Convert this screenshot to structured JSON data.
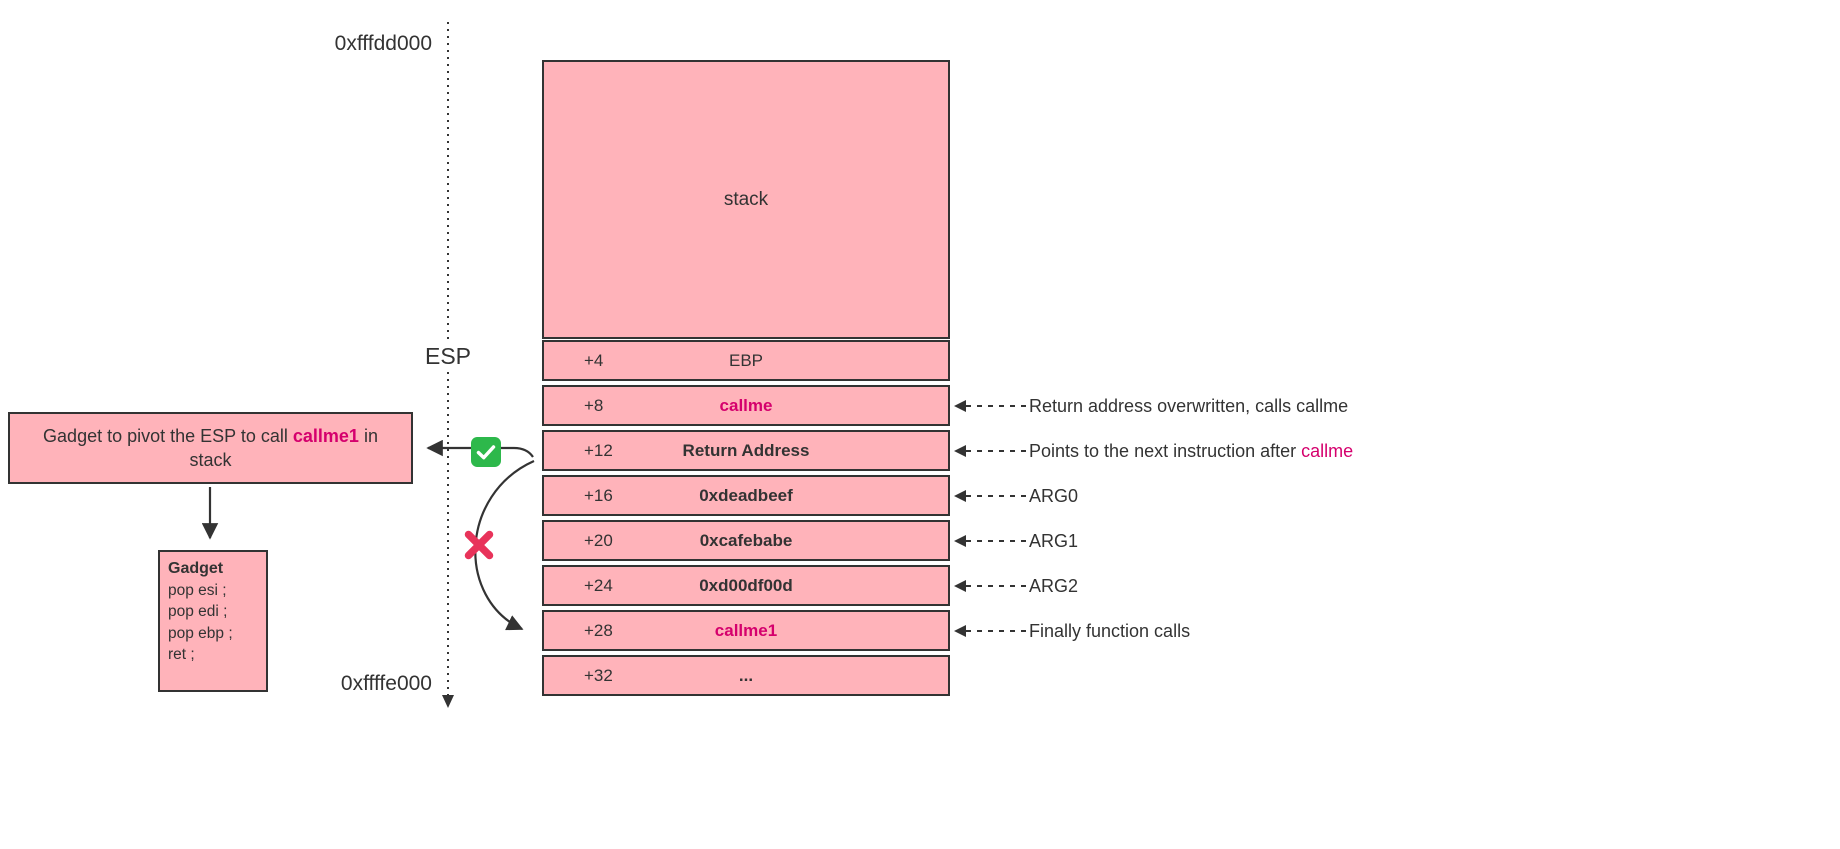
{
  "colors": {
    "box_fill": "#ffb3ba",
    "box_border": "#333333",
    "highlight": "#d5006d",
    "text": "#333333",
    "check_green": "#2db84b",
    "cross_red": "#e8335a"
  },
  "memory": {
    "top_address": "0xfffdd000",
    "bottom_address": "0xffffe000",
    "esp_label": "ESP"
  },
  "stack": {
    "title": "stack",
    "rows": [
      {
        "offset": "+4",
        "value": "EBP"
      },
      {
        "offset": "+8",
        "value": "callme"
      },
      {
        "offset": "+12",
        "value": "Return Address"
      },
      {
        "offset": "+16",
        "value": "0xdeadbeef"
      },
      {
        "offset": "+20",
        "value": "0xcafebabe"
      },
      {
        "offset": "+24",
        "value": "0xd00df00d"
      },
      {
        "offset": "+28",
        "value": "callme1"
      },
      {
        "offset": "+32",
        "value": "..."
      }
    ]
  },
  "annotations": [
    {
      "text": "Return address overwritten, calls callme"
    },
    {
      "text_prefix": "Points to the next instruction after ",
      "highlight": "callme"
    },
    {
      "text": "ARG0"
    },
    {
      "text": "ARG1"
    },
    {
      "text": "ARG2"
    },
    {
      "text": "Finally function calls"
    }
  ],
  "pivot_box": {
    "text_prefix": "Gadget to pivot the ESP to call ",
    "highlight": "callme1",
    "text_suffix": " in stack"
  },
  "gadget_box": {
    "title": "Gadget",
    "lines": [
      "pop esi ;",
      "pop edi ;",
      "pop ebp ;",
      "ret ;"
    ]
  }
}
